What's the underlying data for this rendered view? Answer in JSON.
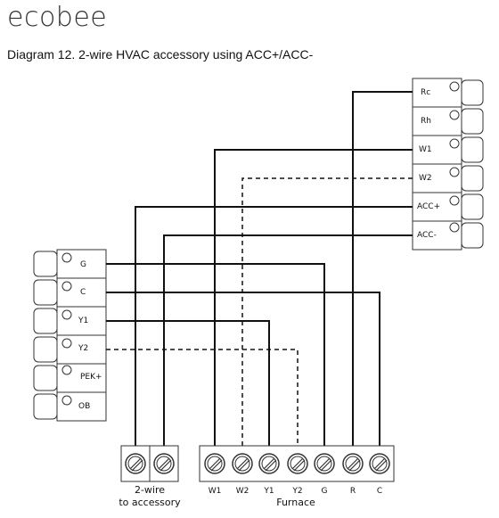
{
  "logo": "ecobee",
  "caption": "Diagram 12. 2-wire HVAC accessory using ACC+/ACC-",
  "thermostat_terminals": [
    "Rc",
    "Rh",
    "W1",
    "W2",
    "ACC+",
    "ACC-"
  ],
  "ekp_terminals": [
    "G",
    "C",
    "Y1",
    "Y2",
    "PEK+",
    "OB"
  ],
  "accessory_terminals": [
    "",
    ""
  ],
  "furnace_terminals": [
    "W1",
    "W2",
    "Y1",
    "Y2",
    "G",
    "R",
    "C"
  ],
  "accessory_label": "2-wire\nto accessory",
  "accessory_label_line1": "2-wire",
  "accessory_label_line2": "to accessory",
  "furnace_label": "Furnace"
}
